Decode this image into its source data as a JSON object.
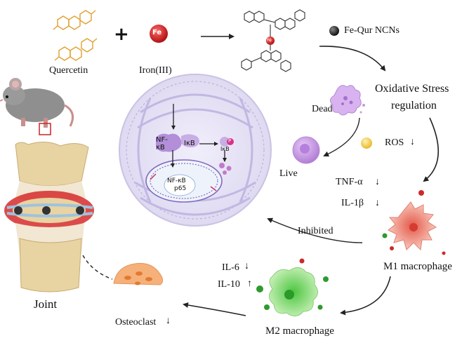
{
  "labels": {
    "quercetin": "Quercetin",
    "iron": "Iron(III)",
    "fe_symbol": "Fe",
    "plus": "+",
    "fe_qur": "Fe-Qur NCNs",
    "oxidative_line1": "Oxidative Stress",
    "oxidative_line2": "regulation",
    "dead": "Dead",
    "live": "Live",
    "ros": "ROS",
    "ros_arrow": "↓",
    "tnf": "TNF-α",
    "tnf_arrow": "↓",
    "il1": "IL-1β",
    "il1_arrow": "↓",
    "inhibited": "Inhibited",
    "m1": "M1 macrophage",
    "il6": "IL-6",
    "il6_arrow": "↓",
    "il10": "IL-10",
    "il10_arrow": "↑",
    "m2": "M2 macrophage",
    "osteoclast": "Osteoclast",
    "osteoclast_arrow": "↓",
    "joint": "Joint",
    "nfkb": "NF-\nκB",
    "ikb": "IκB",
    "ikb_small": "IκB",
    "p_letter": "P",
    "nucleus_nfkb": "NF-κB",
    "nucleus_p65": "p65"
  },
  "colors": {
    "quercetin": "#e0a030",
    "iron": "#cc1f1f",
    "fe_qur": "#333333",
    "dead_cell": "#c79ae0",
    "live_cell": "#c48ee0",
    "ros": "#f2c94c",
    "m1": "#f08d7c",
    "m2": "#7fd06a",
    "osteoclast": "#f6a76a",
    "cell_membrane": "#c9c3e4",
    "nfkb": "#b28fd8",
    "arrow": "#222222"
  }
}
